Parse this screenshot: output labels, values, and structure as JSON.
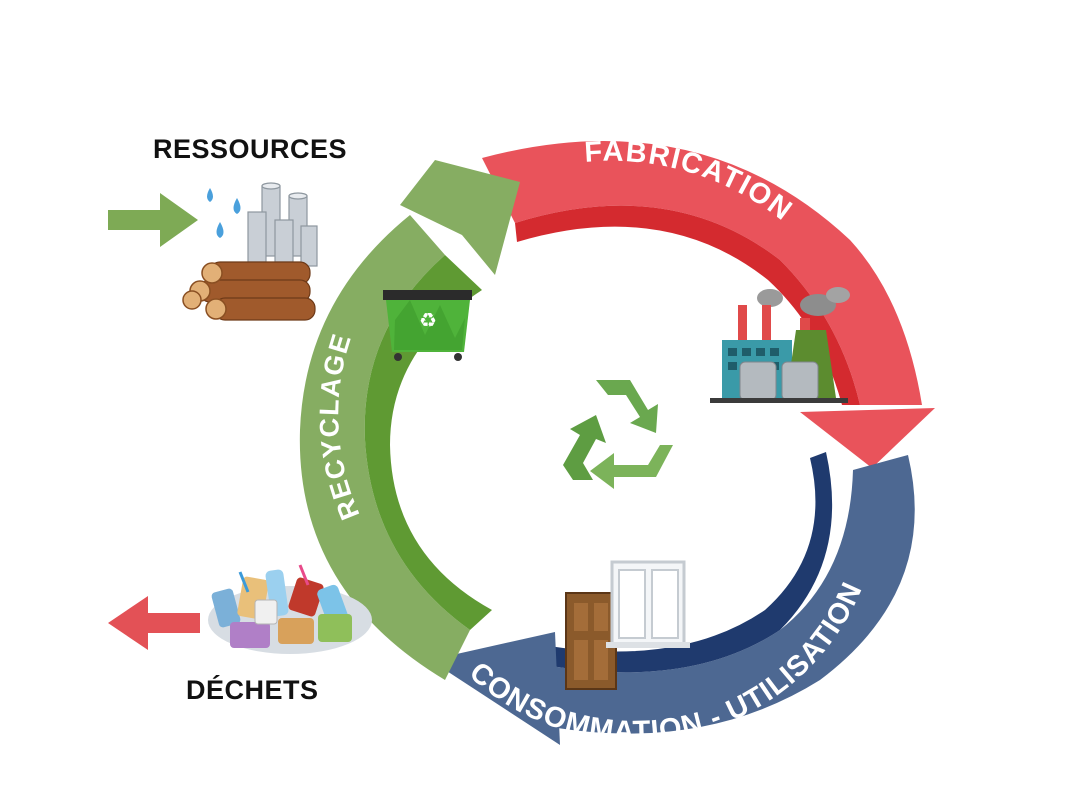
{
  "labels": {
    "resources": "RESSOURCES",
    "waste": "DÉCHETS",
    "fabrication": "FABRICATION",
    "consumption": "CONSOMMATION - UTILISATION",
    "recycling": "RECYCLAGE"
  },
  "colors": {
    "red": "#e9535b",
    "red_dark": "#d42a2f",
    "blue": "#4d6892",
    "blue_dark": "#1f3a6e",
    "green": "#86ad62",
    "green_dark": "#5f9a33",
    "input_arrow": "#7eaa55",
    "output_arrow": "#e35156"
  },
  "icons": {
    "resources": "resources-icon",
    "factory": "factory-icon",
    "door_window": "door-window-icon",
    "dumpster": "recycling-dumpster-icon",
    "recycle": "recycle-symbol-icon",
    "waste_pile": "waste-pile-icon"
  }
}
